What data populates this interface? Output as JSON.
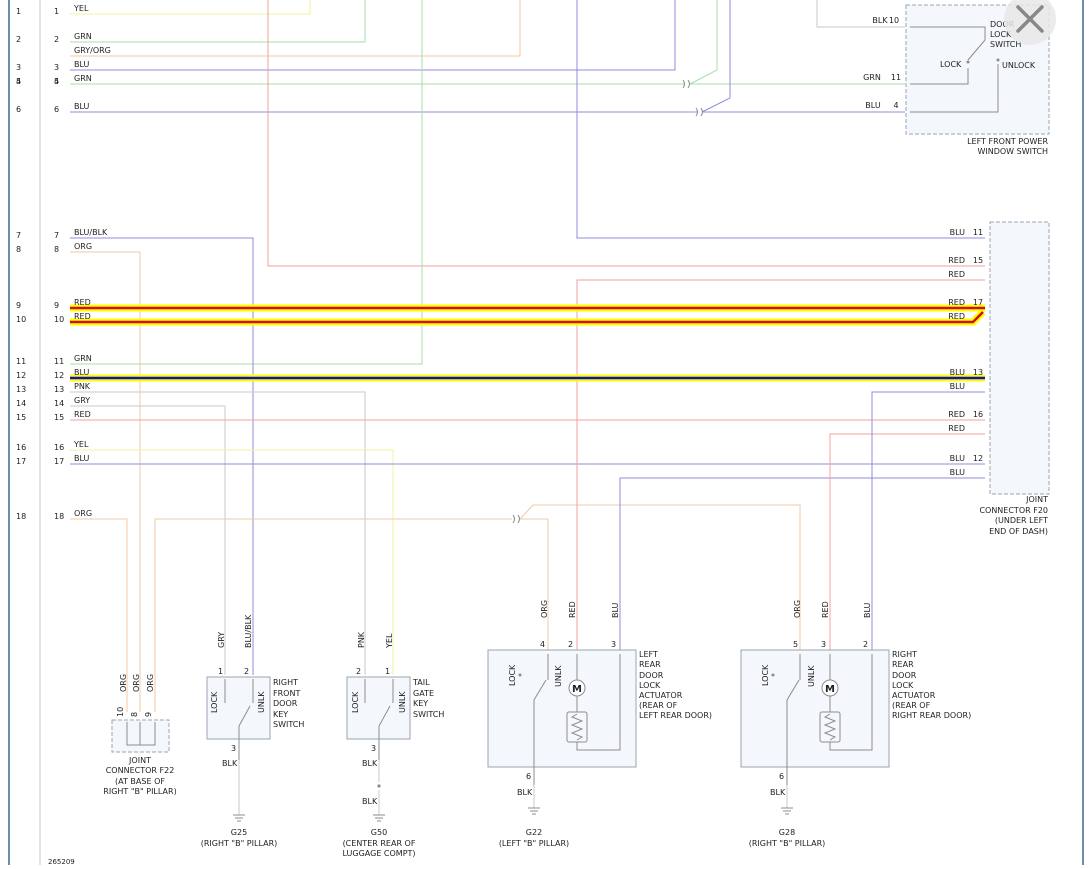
{
  "left_rows": [
    {
      "row": "1",
      "pin": "1",
      "color": "YEL"
    },
    {
      "row": "2",
      "pin": "2",
      "color": "GRN"
    },
    {
      "row": "",
      "pin": "",
      "color": "GRY/ORG"
    },
    {
      "row": "3",
      "pin": "3",
      "color": "BLU"
    },
    {
      "row": "4",
      "pin": "4",
      "color": "GRN"
    },
    {
      "row": "5",
      "pin": "5",
      "color": ""
    },
    {
      "row": "6",
      "pin": "6",
      "color": "BLU"
    },
    {
      "row": "7",
      "pin": "7",
      "color": "BLU/BLK"
    },
    {
      "row": "8",
      "pin": "8",
      "color": "ORG"
    },
    {
      "row": "9",
      "pin": "9",
      "color": "RED"
    },
    {
      "row": "10",
      "pin": "10",
      "color": "RED"
    },
    {
      "row": "11",
      "pin": "11",
      "color": "GRN"
    },
    {
      "row": "12",
      "pin": "12",
      "color": "BLU"
    },
    {
      "row": "13",
      "pin": "13",
      "color": "PNK"
    },
    {
      "row": "14",
      "pin": "14",
      "color": "GRY"
    },
    {
      "row": "15",
      "pin": "15",
      "color": "RED"
    },
    {
      "row": "16",
      "pin": "16",
      "color": "YEL"
    },
    {
      "row": "17",
      "pin": "17",
      "color": "BLU"
    },
    {
      "row": "18",
      "pin": "18",
      "color": "ORG"
    }
  ],
  "window_switch": {
    "wires": [
      {
        "color": "BLK",
        "pin": "10"
      },
      {
        "color": "GRN",
        "pin": "11"
      },
      {
        "color": "BLU",
        "pin": "4"
      }
    ],
    "title_lines": [
      "DOOR",
      "LOCK",
      "SWITCH"
    ],
    "lock": "LOCK",
    "unlock": "UNLOCK",
    "caption": [
      "LEFT FRONT POWER",
      "WINDOW SWITCH"
    ]
  },
  "joint_f20": {
    "wires": [
      {
        "color": "BLU",
        "pin": "11"
      },
      {
        "color": "RED",
        "pin": "15"
      },
      {
        "color": "RED",
        "pin": ""
      },
      {
        "color": "RED",
        "pin": "17"
      },
      {
        "color": "RED",
        "pin": ""
      },
      {
        "color": "BLU",
        "pin": "13"
      },
      {
        "color": "BLU",
        "pin": ""
      },
      {
        "color": "RED",
        "pin": "16"
      },
      {
        "color": "RED",
        "pin": ""
      },
      {
        "color": "BLU",
        "pin": "12"
      },
      {
        "color": "BLU",
        "pin": ""
      }
    ],
    "caption": [
      "JOINT",
      "CONNECTOR F20",
      "(UNDER LEFT",
      "END OF DASH)"
    ]
  },
  "joint_f22": {
    "wires": [
      "ORG",
      "ORG",
      "ORG"
    ],
    "pins": [
      "10",
      "8",
      "9"
    ],
    "caption": [
      "JOINT",
      "CONNECTOR F22",
      "(AT BASE OF",
      "RIGHT \"B\" PILLAR)"
    ]
  },
  "rf_key_switch": {
    "wires": [
      "GRY",
      "BLU/BLK"
    ],
    "pins": [
      "1",
      "2",
      "3"
    ],
    "lock": "LOCK",
    "unlk": "UNLK",
    "ground_wire": "BLK",
    "title_lines": [
      "RIGHT",
      "FRONT",
      "DOOR",
      "KEY",
      "SWITCH"
    ],
    "ground_name": "G25",
    "ground_loc": "(RIGHT \"B\" PILLAR)"
  },
  "tailgate_switch": {
    "wires": [
      "PNK",
      "YEL"
    ],
    "pins": [
      "2",
      "1",
      "3"
    ],
    "lock": "LOCK",
    "unlk": "UNLK",
    "ground_wire": "BLK",
    "ground_wire2": "BLK",
    "title_lines": [
      "TAIL",
      "GATE",
      "KEY",
      "SWITCH"
    ],
    "ground_name": "G50",
    "ground_loc": [
      "(CENTER REAR OF",
      "LUGGAGE COMPT)"
    ]
  },
  "lr_actuator": {
    "wires": [
      "ORG",
      "RED",
      "BLU"
    ],
    "pins": [
      "4",
      "2",
      "3",
      "6"
    ],
    "lock": "LOCK",
    "unlk": "UNLK",
    "motor": "M",
    "ground_wire": "BLK",
    "title_lines": [
      "LEFT",
      "REAR",
      "DOOR",
      "LOCK",
      "ACTUATOR",
      "(REAR OF",
      "LEFT REAR DOOR)"
    ],
    "ground_name": "G22",
    "ground_loc": "(LEFT \"B\" PILLAR)"
  },
  "rr_actuator": {
    "wires": [
      "ORG",
      "RED",
      "BLU"
    ],
    "pins": [
      "5",
      "3",
      "2",
      "6"
    ],
    "lock": "LOCK",
    "unlk": "UNLK",
    "motor": "M",
    "ground_wire": "BLK",
    "title_lines": [
      "RIGHT",
      "REAR",
      "DOOR",
      "LOCK",
      "ACTUATOR",
      "(REAR OF",
      "RIGHT REAR DOOR)"
    ],
    "ground_name": "G28",
    "ground_loc": "(RIGHT \"B\" PILLAR)"
  },
  "figure_id": "265209",
  "close_icon": "close-x-icon",
  "colors": {
    "highlight_yellow": "#ffff00",
    "highlight_red": "#d01010",
    "highlight_blue": "#1010c0",
    "wire_blue": "#8c8cdc",
    "wire_red": "#f0a0a0",
    "wire_green": "#a8dca8",
    "wire_orange": "#f5c8a0",
    "wire_yellow": "#f5f0a0",
    "wire_gray": "#c8c8c8",
    "border": "#6e8eaa"
  }
}
